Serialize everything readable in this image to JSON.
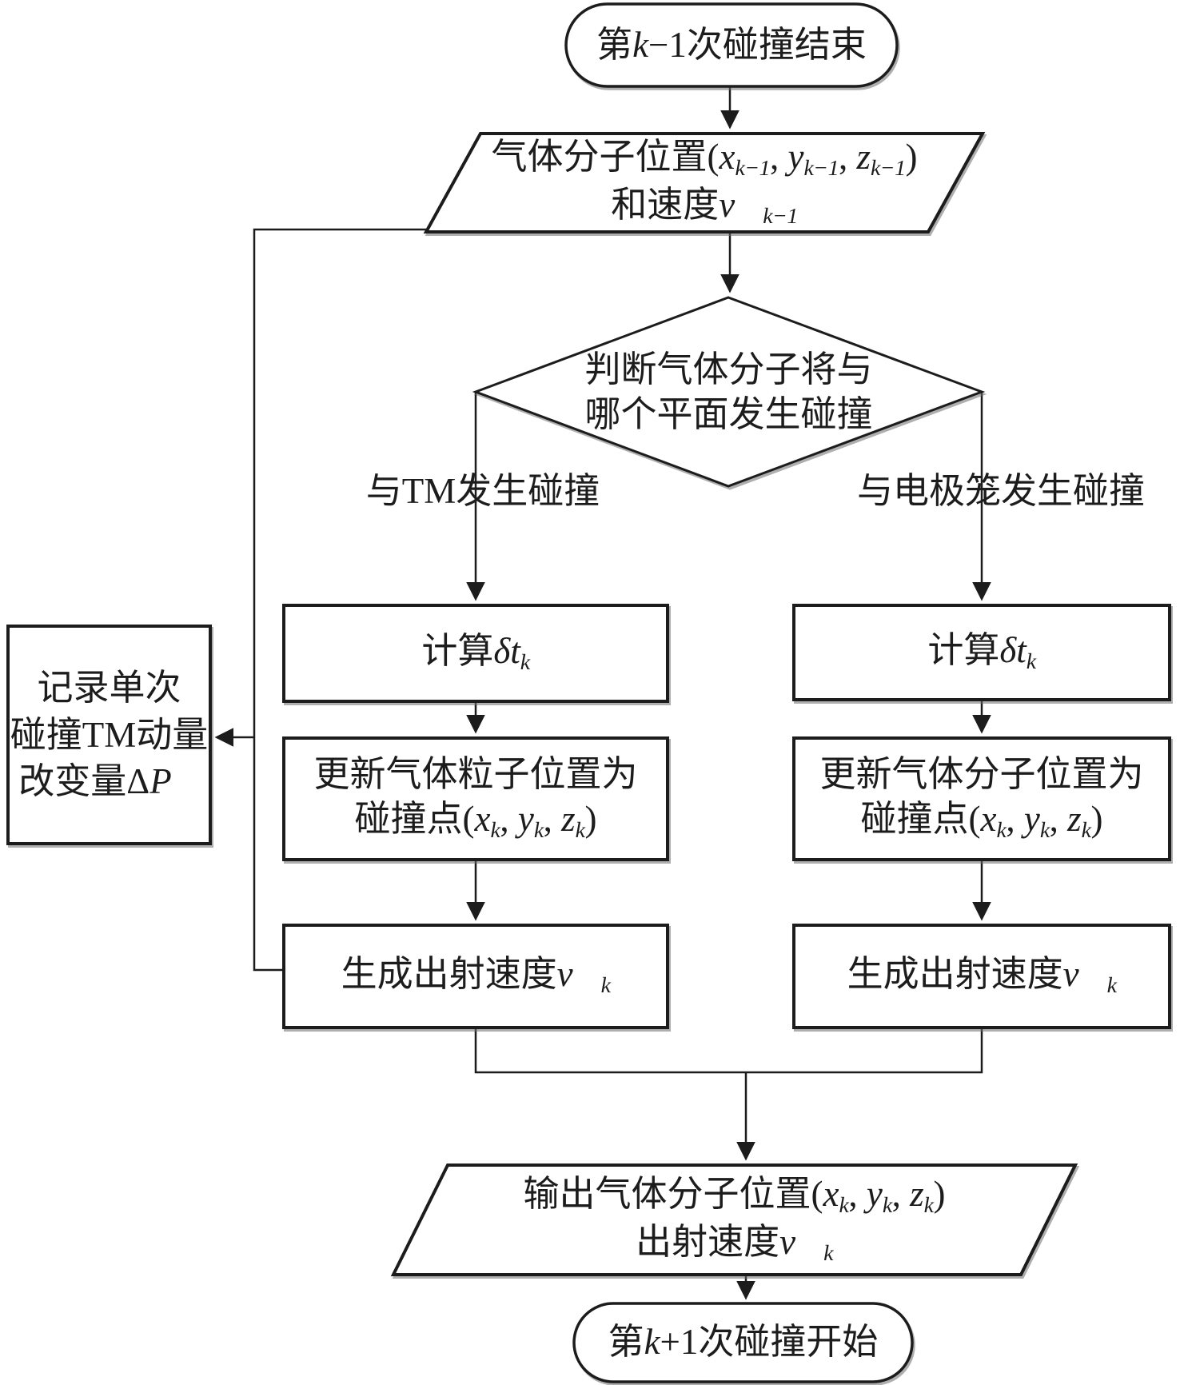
{
  "title": "gas-molecule-collision-simulation-flowchart",
  "colors": {
    "ink": "#1c1c1c",
    "background": "#ffffff"
  },
  "nodes": {
    "start": {
      "shape": "terminal",
      "line": [
        {
          "t": "第"
        },
        {
          "t": "k",
          "i": 1
        },
        {
          "t": "−1次碰撞结束"
        }
      ]
    },
    "input": {
      "shape": "parallelogram",
      "lines": [
        [
          {
            "t": "气体分子位置("
          },
          {
            "t": "x",
            "i": 1
          },
          {
            "t": "k−1",
            "s": 1
          },
          {
            "t": ", "
          },
          {
            "t": "y",
            "i": 1
          },
          {
            "t": "k−1",
            "s": 1
          },
          {
            "t": ", "
          },
          {
            "t": "z",
            "i": 1
          },
          {
            "t": "k−1",
            "s": 1
          },
          {
            "t": ")"
          }
        ],
        [
          {
            "t": "和速度"
          },
          {
            "t": "v⃗",
            "i": 1
          },
          {
            "t": "k−1",
            "s": 1
          }
        ]
      ]
    },
    "decision": {
      "shape": "diamond",
      "lines": [
        [
          {
            "t": "判断气体分子将与"
          }
        ],
        [
          {
            "t": "哪个平面发生碰撞"
          }
        ]
      ]
    },
    "branch_left_label": {
      "line": [
        {
          "t": "与TM发生碰撞"
        }
      ]
    },
    "branch_right_label": {
      "line": [
        {
          "t": "与电极笼发生碰撞"
        }
      ]
    },
    "calc_dt": {
      "shape": "process",
      "line": [
        {
          "t": "计算"
        },
        {
          "t": "δt",
          "i": 1
        },
        {
          "t": "k",
          "s": 1
        }
      ]
    },
    "update_left": {
      "shape": "process",
      "lines": [
        [
          {
            "t": "更新气体粒子位置为"
          }
        ],
        [
          {
            "t": "碰撞点("
          },
          {
            "t": "x",
            "i": 1
          },
          {
            "t": "k",
            "s": 1
          },
          {
            "t": ", "
          },
          {
            "t": "y",
            "i": 1
          },
          {
            "t": "k",
            "s": 1
          },
          {
            "t": ", "
          },
          {
            "t": "z",
            "i": 1
          },
          {
            "t": "k",
            "s": 1
          },
          {
            "t": ")"
          }
        ]
      ]
    },
    "update_right": {
      "shape": "process",
      "lines": [
        [
          {
            "t": "更新气体分子位置为"
          }
        ],
        [
          {
            "t": "碰撞点("
          },
          {
            "t": "x",
            "i": 1
          },
          {
            "t": "k",
            "s": 1
          },
          {
            "t": ", "
          },
          {
            "t": "y",
            "i": 1
          },
          {
            "t": "k",
            "s": 1
          },
          {
            "t": ", "
          },
          {
            "t": "z",
            "i": 1
          },
          {
            "t": "k",
            "s": 1
          },
          {
            "t": ")"
          }
        ]
      ]
    },
    "emit_velocity": {
      "shape": "process",
      "line": [
        {
          "t": "生成出射速度"
        },
        {
          "t": "v⃗",
          "i": 1
        },
        {
          "t": "k",
          "s": 1
        }
      ]
    },
    "record_momentum": {
      "shape": "process",
      "lines": [
        [
          {
            "t": "记录单次"
          }
        ],
        [
          {
            "t": "碰撞TM动量"
          }
        ],
        [
          {
            "t": "改变量Δ"
          },
          {
            "t": "P⃗",
            "i": 1
          }
        ]
      ]
    },
    "output": {
      "shape": "parallelogram",
      "lines": [
        [
          {
            "t": "输出气体分子位置("
          },
          {
            "t": "x",
            "i": 1
          },
          {
            "t": "k",
            "s": 1
          },
          {
            "t": ", "
          },
          {
            "t": "y",
            "i": 1
          },
          {
            "t": "k",
            "s": 1
          },
          {
            "t": ", "
          },
          {
            "t": "z",
            "i": 1
          },
          {
            "t": "k",
            "s": 1
          },
          {
            "t": ")"
          }
        ],
        [
          {
            "t": "出射速度"
          },
          {
            "t": "v⃗",
            "i": 1
          },
          {
            "t": "k",
            "s": 1
          }
        ]
      ]
    },
    "end": {
      "shape": "terminal",
      "line": [
        {
          "t": "第"
        },
        {
          "t": "k",
          "i": 1
        },
        {
          "t": "+1次碰撞开始"
        }
      ]
    }
  }
}
